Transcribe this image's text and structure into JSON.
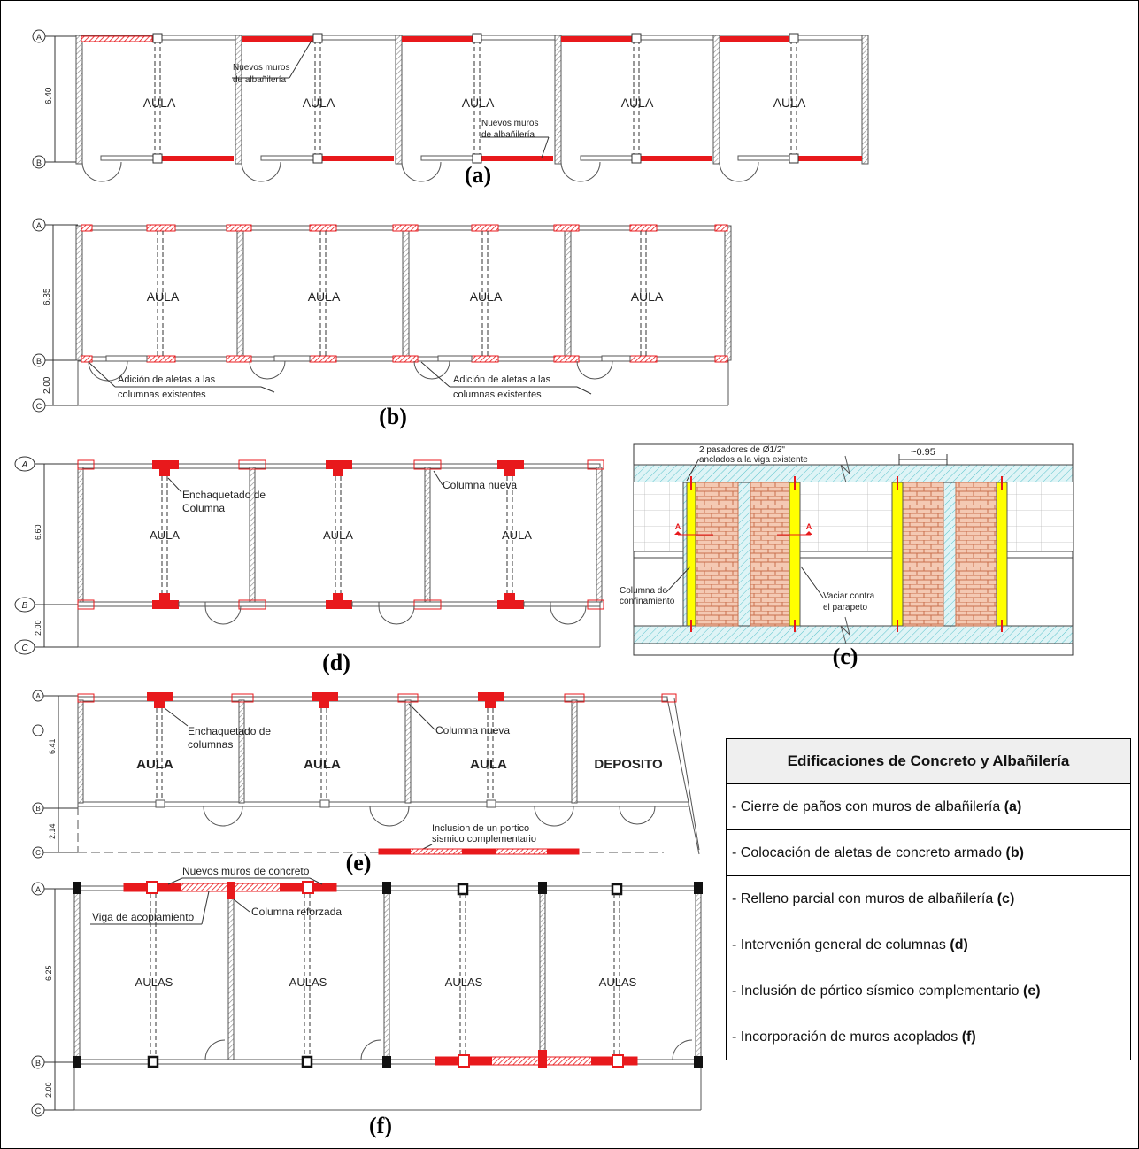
{
  "panels": {
    "a": {
      "tag": "(a)",
      "dim": "6.40",
      "axes": [
        "A",
        "B"
      ],
      "rooms": [
        "AULA",
        "AULA",
        "AULA",
        "AULA",
        "AULA"
      ],
      "note1": [
        "Nuevos muros",
        "de albañilería"
      ],
      "note2": [
        "Nuevos muros",
        "de albañilería"
      ]
    },
    "b": {
      "tag": "(b)",
      "dim": "6.35",
      "dim2": "2.00",
      "axes": [
        "A",
        "B",
        "C"
      ],
      "rooms": [
        "AULA",
        "AULA",
        "AULA",
        "AULA"
      ],
      "note1": [
        "Adición de aletas a las",
        "columnas existentes"
      ],
      "note2": [
        "Adición de aletas a las",
        "columnas existentes"
      ]
    },
    "d": {
      "tag": "(d)",
      "dim": "6.60",
      "dim2": "2.00",
      "axes": [
        "A",
        "B",
        "C"
      ],
      "rooms": [
        "AULA",
        "AULA",
        "AULA"
      ],
      "note1": [
        "Enchaquetado de",
        "Columna"
      ],
      "note2": "Columna nueva"
    },
    "c": {
      "tag": "(c)",
      "top_note": [
        "2 pasadores de Ø1/2\"",
        "anclados a la viga existente"
      ],
      "spacing": "~0.95",
      "section": "A",
      "left_note": [
        "Columna de",
        "confinamiento"
      ],
      "right_note": [
        "Vaciar contra",
        "el parapeto"
      ]
    },
    "e": {
      "tag": "(e)",
      "dim": "6.41",
      "dim2": "2.14",
      "axes": [
        "A",
        "B",
        "C"
      ],
      "rooms": [
        "AULA",
        "AULA",
        "AULA",
        "DEPOSITO"
      ],
      "note1": [
        "Enchaquetado de",
        "columnas"
      ],
      "note2": "Columna nueva",
      "note3": [
        "Inclusion de un portico",
        "sismico complementario"
      ]
    },
    "f": {
      "tag": "(f)",
      "dim": "6.25",
      "dim2": "2.00",
      "axes": [
        "A",
        "B",
        "C"
      ],
      "rooms": [
        "AULAS",
        "AULAS",
        "AULAS",
        "AULAS"
      ],
      "note1": "Nuevos muros de concreto",
      "note2": "Viga de acoplamiento",
      "note3": "Columna reforzada"
    }
  },
  "legend": {
    "title": "Edificaciones de Concreto y Albañilería",
    "items": [
      {
        "text": "- Cierre de paños con muros de albañilería ",
        "key": "(a)"
      },
      {
        "text": "- Colocación de aletas de concreto armado ",
        "key": "(b)"
      },
      {
        "text": "- Relleno parcial con muros de albañilería ",
        "key": "(c)"
      },
      {
        "text": "- Intervenión general de columnas ",
        "key": "(d)"
      },
      {
        "text": "- Inclusión de pórtico sísmico complementario ",
        "key": "(e)"
      },
      {
        "text": "- Incorporación de muros acoplados ",
        "key": "(f)"
      }
    ]
  },
  "colors": {
    "new_element": "#e8191c",
    "hatch_red": "#f06060",
    "masonry": "#c9704c",
    "brick_fill": "#f4c9b3",
    "column_yellow": "#ffff00",
    "beam_cyan": "#bfe9ee"
  }
}
